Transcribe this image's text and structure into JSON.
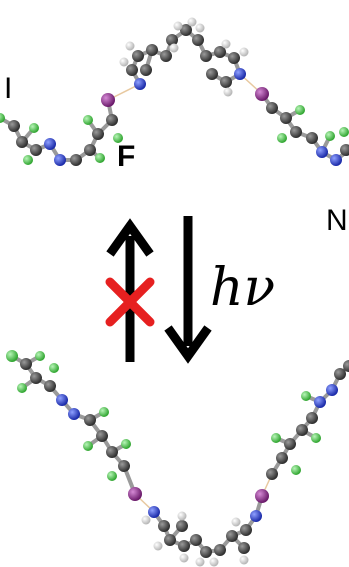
{
  "labels": {
    "atom_i": "I",
    "atom_f": "F",
    "atom_n": "N",
    "light": "hν"
  },
  "icons": {
    "forbidden": "red-cross-icon",
    "up_arrow": "up-arrow-icon",
    "down_arrow": "down-arrow-icon"
  },
  "colors": {
    "carbon": "#4a4a4a",
    "hydrogen": "#e8e8e8",
    "fluorine": "#4cc94c",
    "nitrogen": "#2a3fd6",
    "iodine": "#8a2a8a",
    "forbidden": "#e62020",
    "bond": "#9a9a9a",
    "halogen_bond": "#e8c9a0"
  }
}
